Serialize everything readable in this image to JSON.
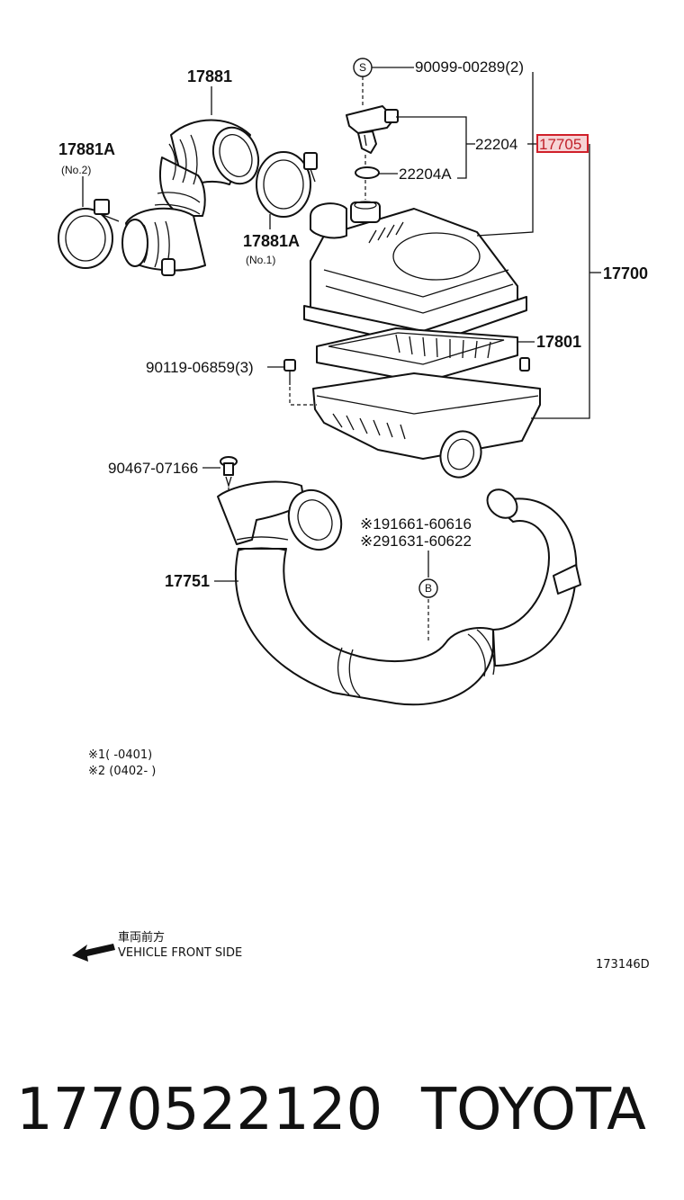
{
  "parts": {
    "p17881": "17881",
    "p17881A_no2": "17881A",
    "p17881A_no2_sub": "(No.2)",
    "p17881A_no1": "17881A",
    "p17881A_no1_sub": "(No.1)",
    "p90099": "90099-00289(2)",
    "p22204": "22204",
    "p22204A": "22204A",
    "p17705": "17705",
    "p17700": "17700",
    "p17801": "17801",
    "p90119": "90119-06859(3)",
    "p90467": "90467-07166",
    "p191661": "※191661-60616",
    "p291631": "※291631-60622",
    "p17751": "17751",
    "marker_s": "S",
    "marker_b": "B"
  },
  "highlight_color": "#d0202a",
  "notes": {
    "note1": "※1(    -0401)",
    "note2": "※2 (0402-    )"
  },
  "direction": {
    "label_jp": "車両前方",
    "label_en": "VEHICLE FRONT SIDE"
  },
  "drawing_id": "173146D",
  "footer": {
    "part_number": "1770522120",
    "brand": "TOYOTA"
  }
}
